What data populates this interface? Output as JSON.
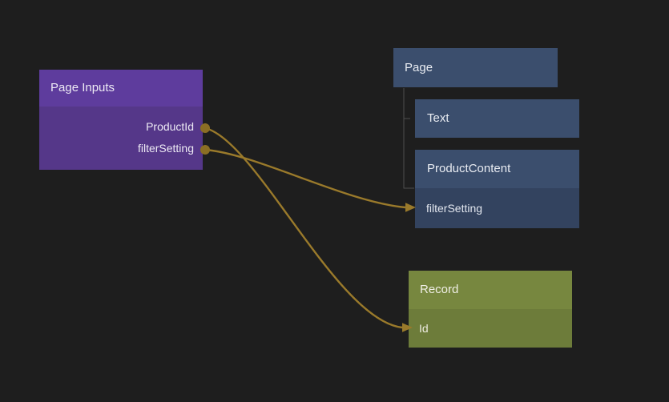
{
  "colors": {
    "background": "#1e1e1e",
    "page_inputs_header": "#5e3c9d",
    "page_inputs_body": "#553789",
    "blue_node": "#3b4e6d",
    "blue_node_field_row": "#33435f",
    "record_header": "#77873f",
    "record_field_row": "#6d7c3a",
    "wire": "#9a7a2b",
    "port_dot": "#8b6e24",
    "tree_line": "#4d4d4d",
    "label_text": "#edeaf4"
  },
  "page_inputs": {
    "title": "Page Inputs",
    "outputs": [
      {
        "label": "ProductId"
      },
      {
        "label": "filterSetting"
      }
    ]
  },
  "page_tree": {
    "root": {
      "title": "Page"
    },
    "children": [
      {
        "title": "Text"
      },
      {
        "title": "ProductContent",
        "fields": [
          {
            "label": "filterSetting"
          }
        ]
      }
    ]
  },
  "record": {
    "title": "Record",
    "fields": [
      {
        "label": "Id"
      }
    ]
  },
  "connections": [
    {
      "from": "Page Inputs / ProductId",
      "to": "Record / Id"
    },
    {
      "from": "Page Inputs / filterSetting",
      "to": "ProductContent / filterSetting"
    }
  ]
}
